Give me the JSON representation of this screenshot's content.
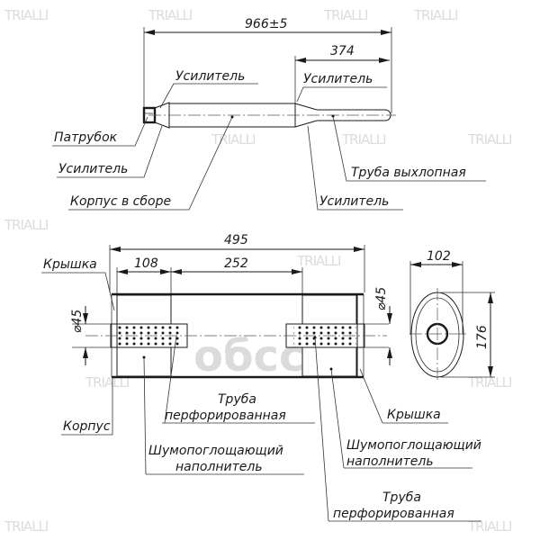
{
  "watermark": "TRIALLI",
  "overlay_brand": "обсс",
  "top_view": {
    "dim_total": "966±5",
    "dim_tail": "374",
    "labels": {
      "reinforcer_top_left": "Усилитель",
      "reinforcer_top_right": "Усилитель",
      "branch_pipe": "Патрубок",
      "reinforcer_bottom_left": "Усилитель",
      "body_assembly": "Корпус в сборе",
      "exhaust_pipe": "Труба выхлопная",
      "reinforcer_bottom_right": "Усилитель"
    }
  },
  "section_view": {
    "dim_length": "495",
    "dim_left": "108",
    "dim_middle": "252",
    "dim_pipe_diameter": "⌀45",
    "dim_width": "102",
    "dim_height": "176",
    "labels": {
      "cap_left": "Крышка",
      "body": "Корпус",
      "perforated_pipe_1_line1": "Труба",
      "perforated_pipe_1_line2": "перфорированная",
      "cap_right": "Крышка",
      "absorber_1_line1": "Шумопоглощающий",
      "absorber_1_line2": "наполнитель",
      "absorber_2_line1": "Шумопоглощающий",
      "absorber_2_line2": "наполнитель",
      "perforated_pipe_2_line1": "Труба",
      "perforated_pipe_2_line2": "перфорированная"
    }
  }
}
